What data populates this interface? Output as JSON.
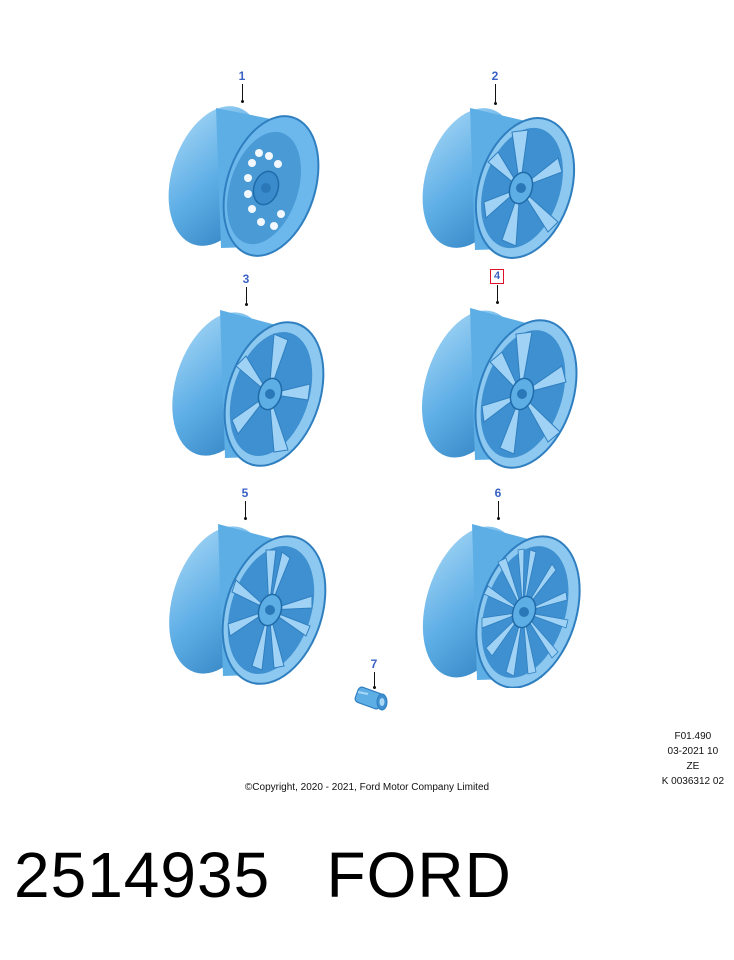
{
  "callouts": [
    "1",
    "2",
    "3",
    "4",
    "5",
    "6",
    "7"
  ],
  "colors": {
    "wheel_body": "#5eaee6",
    "wheel_dark": "#2f7fc0",
    "wheel_light": "#a8d8f6",
    "callout_text": "#3a62c4",
    "highlight_box": "#e0102a"
  },
  "drawing_info": [
    "F01.490",
    "03-2021 10",
    "ZE",
    "K 0036312 02"
  ],
  "copyright": "©Copyright, 2020 - 2021, Ford Motor Company Limited",
  "part_number": "2514935",
  "brand": "FORD"
}
